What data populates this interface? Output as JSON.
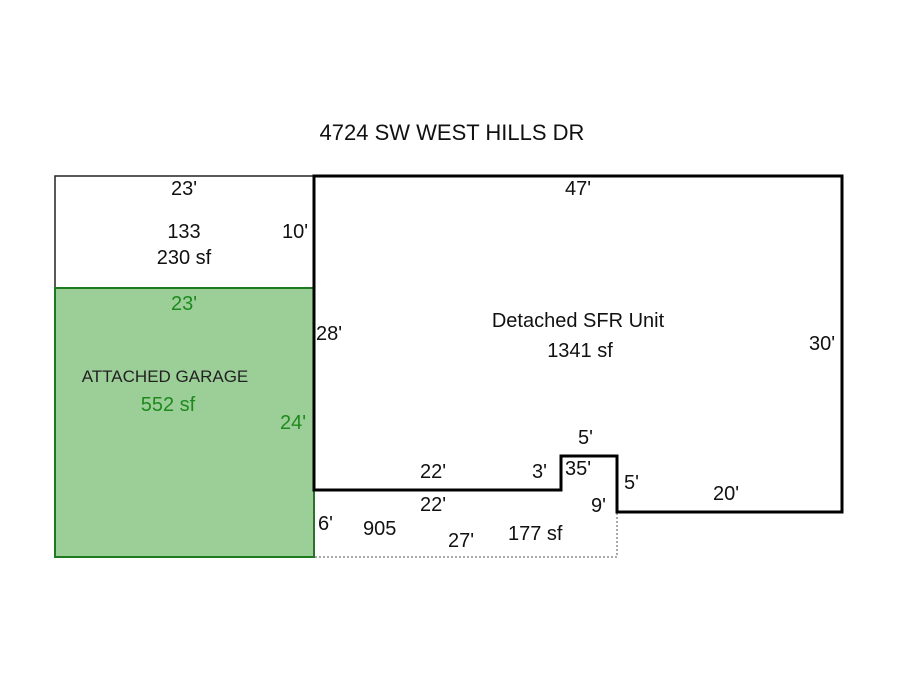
{
  "title": "4724 SW WEST HILLS DR",
  "colors": {
    "garage_fill": "#9ccf98",
    "garage_stroke": "#1e7a1e",
    "garage_text": "#1e8a1e",
    "line": "#000000"
  },
  "areas": {
    "top": {
      "code": "133",
      "area": "230 sf",
      "dims": {
        "top": "23'",
        "right": "10'"
      }
    },
    "garage": {
      "label": "ATTACHED GARAGE",
      "area": "552 sf",
      "dims": {
        "top": "23'",
        "right": "24'"
      }
    },
    "main": {
      "label": "Detached SFR Unit",
      "area": "1341 sf",
      "dims": {
        "top": "47'",
        "left": "28'",
        "right": "30'",
        "bottom_right": "20'",
        "step_right": "5'",
        "step_top": "5'",
        "step_left": "3'",
        "bottom_left": "22'",
        "step_inner": "35'"
      }
    },
    "patio": {
      "code": "905",
      "area": "177 sf",
      "dims": {
        "top": "22'",
        "left": "6'",
        "bottom": "27'",
        "right": "9'"
      }
    }
  }
}
